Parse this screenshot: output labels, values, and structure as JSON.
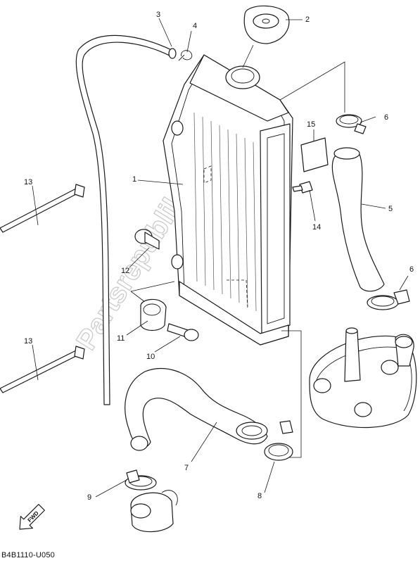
{
  "diagram": {
    "callouts": [
      {
        "id": "c1",
        "text": "1"
      },
      {
        "id": "c2",
        "text": "2"
      },
      {
        "id": "c3",
        "text": "3"
      },
      {
        "id": "c4",
        "text": "4"
      },
      {
        "id": "c5",
        "text": "5"
      },
      {
        "id": "c6a",
        "text": "6"
      },
      {
        "id": "c6b",
        "text": "6"
      },
      {
        "id": "c7",
        "text": "7"
      },
      {
        "id": "c8",
        "text": "8"
      },
      {
        "id": "c9",
        "text": "9"
      },
      {
        "id": "c10",
        "text": "10"
      },
      {
        "id": "c11",
        "text": "11"
      },
      {
        "id": "c12",
        "text": "12"
      },
      {
        "id": "c13a",
        "text": "13"
      },
      {
        "id": "c13b",
        "text": "13"
      },
      {
        "id": "c14",
        "text": "14"
      },
      {
        "id": "c15",
        "text": "15"
      }
    ],
    "fwd_label": "FWD",
    "drawing_code": "B4B1110-U050",
    "watermark": "Partsrepublik"
  },
  "colors": {
    "line": "#1a1a1a",
    "watermark": "#c8c8c8",
    "background": "#ffffff"
  }
}
